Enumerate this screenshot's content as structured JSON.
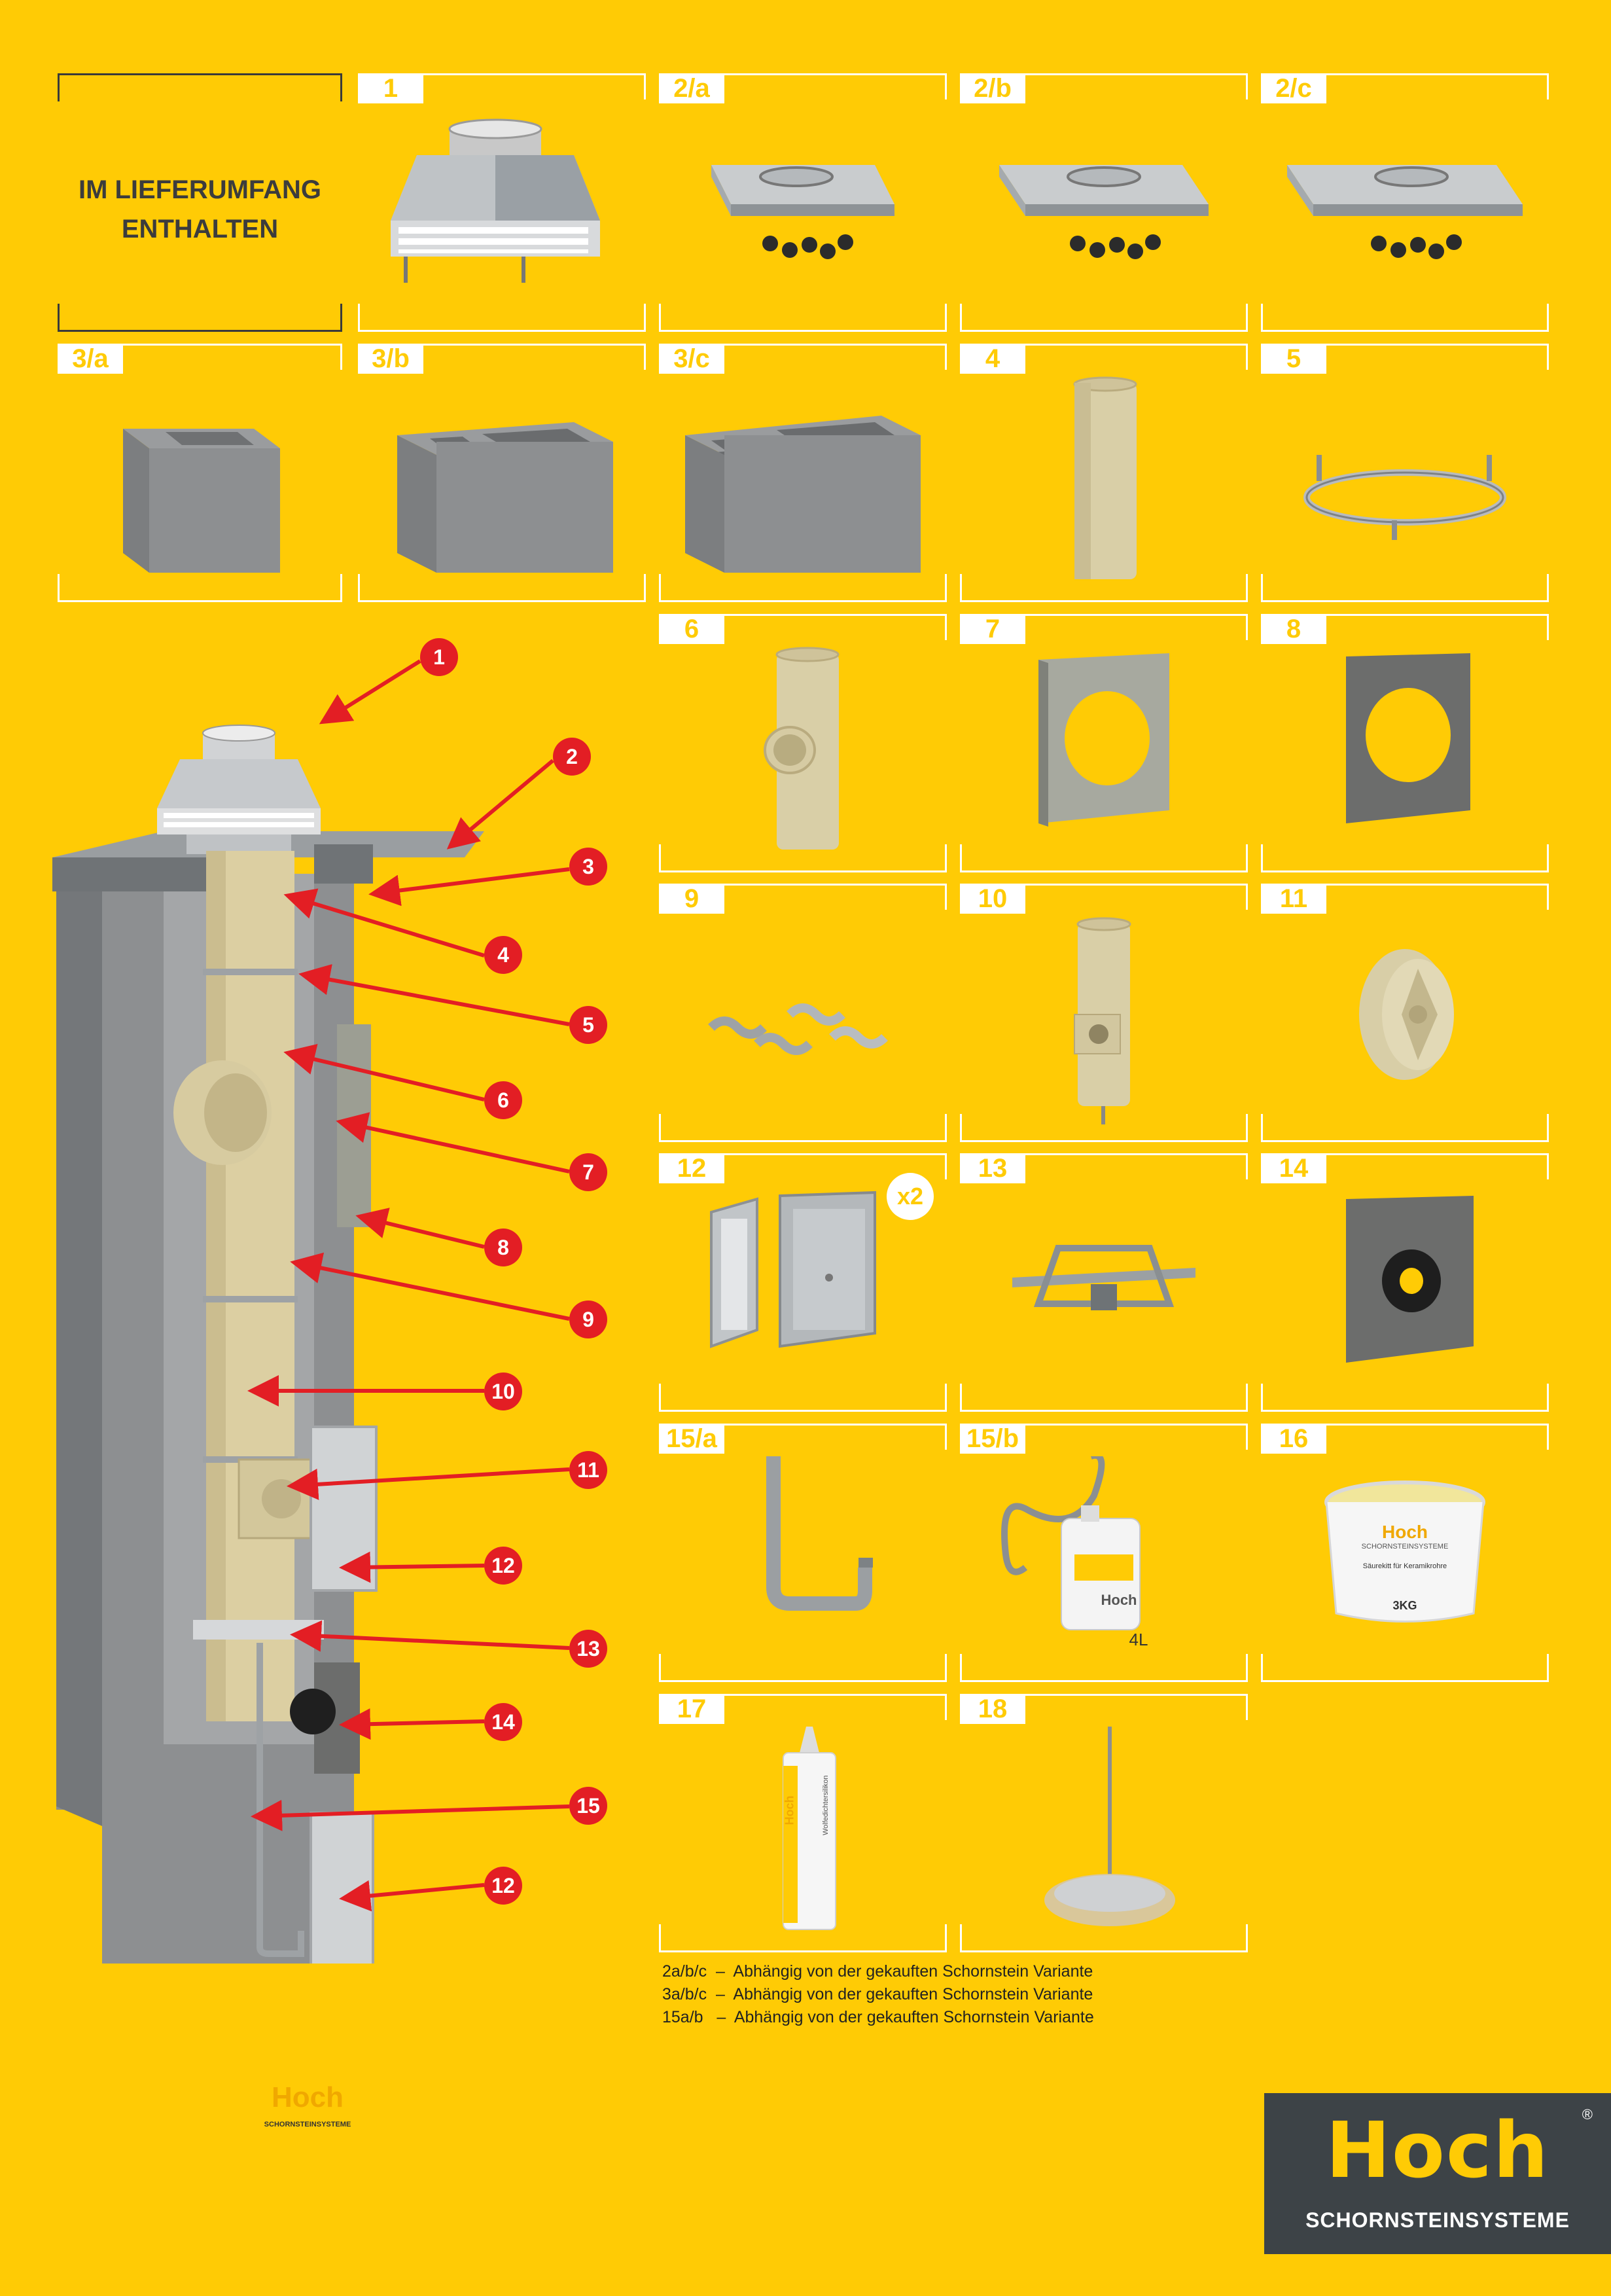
{
  "intro": {
    "line1": "IM LIEFERUMFANG",
    "line2": "ENTHALTEN"
  },
  "items": [
    {
      "id": "1",
      "icon": "chimney-cap-icon"
    },
    {
      "id": "2/a",
      "icon": "cover-plate-icon"
    },
    {
      "id": "2/b",
      "icon": "cover-plate-icon"
    },
    {
      "id": "2/c",
      "icon": "cover-plate-icon"
    },
    {
      "id": "3/a",
      "icon": "chimney-block-icon"
    },
    {
      "id": "3/b",
      "icon": "chimney-block-two-flue-icon"
    },
    {
      "id": "3/c",
      "icon": "chimney-block-three-flue-icon"
    },
    {
      "id": "4",
      "icon": "ceramic-pipe-icon"
    },
    {
      "id": "5",
      "icon": "spacer-ring-icon"
    },
    {
      "id": "6",
      "icon": "tee-pipe-icon"
    },
    {
      "id": "7",
      "icon": "insulation-plate-icon"
    },
    {
      "id": "8",
      "icon": "sealing-plate-icon"
    },
    {
      "id": "9",
      "icon": "spring-clips-icon"
    },
    {
      "id": "10",
      "icon": "condensate-pipe-icon"
    },
    {
      "id": "11",
      "icon": "cleanout-plug-icon"
    },
    {
      "id": "12",
      "icon": "cleaning-door-icon",
      "badge": "x2"
    },
    {
      "id": "13",
      "icon": "support-bracket-icon"
    },
    {
      "id": "14",
      "icon": "wall-seal-icon"
    },
    {
      "id": "15/a",
      "icon": "drain-pipe-icon"
    },
    {
      "id": "15/b",
      "icon": "drain-hose-icon",
      "label": "4L",
      "brand": "Hoch"
    },
    {
      "id": "16",
      "icon": "cement-bucket-icon",
      "brand": "Hoch",
      "sub": "SCHORNSTEINSYSTEME",
      "product": "Säurekitt für Keramikrohre",
      "weight": "3KG"
    },
    {
      "id": "17",
      "icon": "sealant-cartridge-icon",
      "brand": "Hoch",
      "product": "Wolfedichtersilikon"
    },
    {
      "id": "18",
      "icon": "centering-tool-icon"
    }
  ],
  "callouts": [
    "1",
    "2",
    "3",
    "4",
    "5",
    "6",
    "7",
    "8",
    "9",
    "10",
    "11",
    "12",
    "13",
    "14",
    "15",
    "12"
  ],
  "notes": [
    "2a/b/c  –  Abhängig von der gekauften Schornstein Variante",
    "3a/b/c  –  Abhängig von der gekauften Schornstein Variante",
    "15a/b   –  Abhängig von der gekauften Schornstein Variante"
  ],
  "chimney_label": {
    "brand": "Hoch",
    "sub": "SCHORNSTEINSYSTEME"
  },
  "logo": {
    "brand": "Hoch",
    "registered": "®",
    "tagline": "SCHORNSTEINSYSTEME"
  },
  "colors": {
    "background": "#ffcb05",
    "callout": "#e31e24",
    "logo_bg": "#3d4347",
    "text": "#3c3c3c"
  }
}
